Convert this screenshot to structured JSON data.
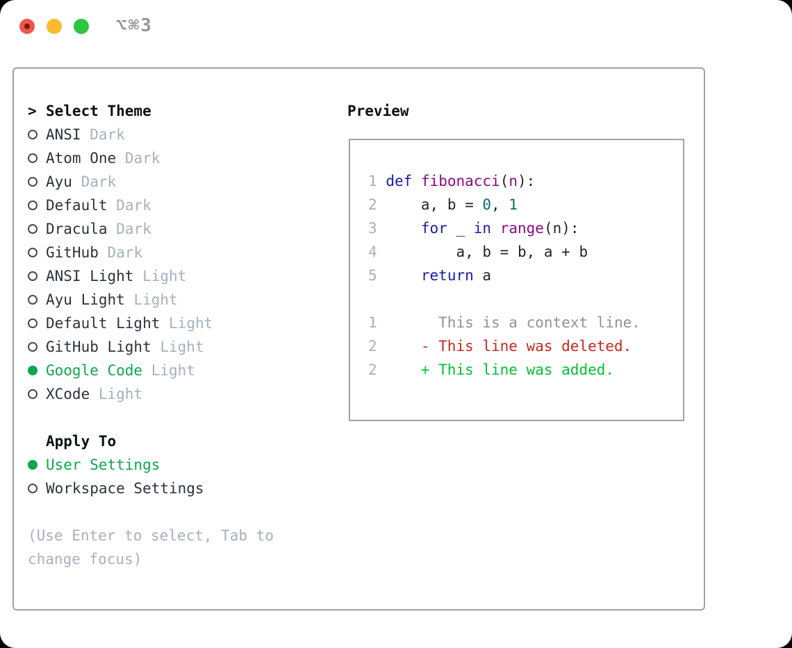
{
  "window": {
    "shortcut": "⌥⌘3"
  },
  "theme_panel": {
    "title": "Select Theme",
    "title_prefix": ">",
    "themes": [
      {
        "name": "ANSI",
        "tag": "Dark",
        "selected": false
      },
      {
        "name": "Atom One",
        "tag": "Dark",
        "selected": false
      },
      {
        "name": "Ayu",
        "tag": "Dark",
        "selected": false
      },
      {
        "name": "Default",
        "tag": "Dark",
        "selected": false
      },
      {
        "name": "Dracula",
        "tag": "Dark",
        "selected": false
      },
      {
        "name": "GitHub",
        "tag": "Dark",
        "selected": false
      },
      {
        "name": "ANSI Light",
        "tag": "Light",
        "selected": false
      },
      {
        "name": "Ayu Light",
        "tag": "Light",
        "selected": false
      },
      {
        "name": "Default Light",
        "tag": "Light",
        "selected": false
      },
      {
        "name": "GitHub Light",
        "tag": "Light",
        "selected": false
      },
      {
        "name": "Google Code",
        "tag": "Light",
        "selected": true
      },
      {
        "name": "XCode",
        "tag": "Light",
        "selected": false
      }
    ],
    "apply_to": {
      "title": "Apply To",
      "options": [
        {
          "name": "User Settings",
          "selected": true
        },
        {
          "name": "Workspace Settings",
          "selected": false
        }
      ]
    },
    "hint": "(Use Enter to select, Tab to change focus)"
  },
  "preview": {
    "title": "Preview",
    "code_lines": [
      {
        "num": "1",
        "tokens": [
          {
            "t": "def",
            "c": "keyword"
          },
          {
            "t": " ",
            "c": "plain"
          },
          {
            "t": "fibonacci",
            "c": "function"
          },
          {
            "t": "(",
            "c": "plain"
          },
          {
            "t": "n",
            "c": "function"
          },
          {
            "t": "):",
            "c": "plain"
          }
        ]
      },
      {
        "num": "2",
        "tokens": [
          {
            "t": "    a, b = ",
            "c": "plain"
          },
          {
            "t": "0",
            "c": "number"
          },
          {
            "t": ", ",
            "c": "plain"
          },
          {
            "t": "1",
            "c": "number"
          }
        ]
      },
      {
        "num": "3",
        "tokens": [
          {
            "t": "    ",
            "c": "plain"
          },
          {
            "t": "for",
            "c": "keyword"
          },
          {
            "t": " _ ",
            "c": "plain"
          },
          {
            "t": "in",
            "c": "keyword"
          },
          {
            "t": " ",
            "c": "plain"
          },
          {
            "t": "range",
            "c": "function"
          },
          {
            "t": "(n):",
            "c": "plain"
          }
        ]
      },
      {
        "num": "4",
        "tokens": [
          {
            "t": "        a, b = b, a + b",
            "c": "plain"
          }
        ]
      },
      {
        "num": "5",
        "tokens": [
          {
            "t": "    ",
            "c": "plain"
          },
          {
            "t": "return",
            "c": "keyword"
          },
          {
            "t": " a",
            "c": "plain"
          }
        ]
      },
      {
        "num": "",
        "tokens": []
      }
    ],
    "diff_lines": [
      {
        "num": "1",
        "type": "context",
        "text": "       This is a context line."
      },
      {
        "num": "2",
        "type": "deleted",
        "text": "     - This line was deleted."
      },
      {
        "num": "2",
        "type": "added",
        "text": "     + This line was added."
      }
    ]
  },
  "colors": {
    "selected_green": "#0da74c",
    "added_green": "#00c22e",
    "deleted_red": "#c5291c",
    "keyword_blue": "#1a1aad",
    "function_purple": "#8a0a8a",
    "number_teal": "#0b6b6b",
    "muted_gray": "#a6b0bd",
    "border_gray": "#99a3ad",
    "traffic_red": "#ef564b",
    "traffic_yellow": "#fcbb2f",
    "traffic_green": "#2dc53d"
  }
}
